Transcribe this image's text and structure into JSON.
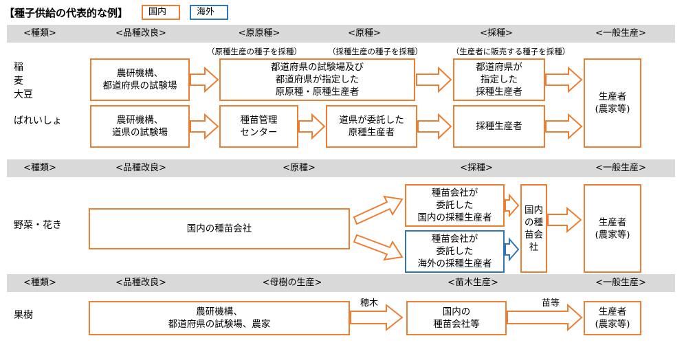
{
  "title": "【種子供給の代表的な例】",
  "legend": {
    "domestic": "国内",
    "overseas": "海外"
  },
  "colors": {
    "domestic": "#ed7d31",
    "overseas": "#2e75b6",
    "band": "#d9d9d9"
  },
  "section1": {
    "headers": [
      "<種類>",
      "<品種改良>",
      "<原原種>",
      "<原種>",
      "<採種>",
      "<一般生産>"
    ],
    "notes": [
      "（原種生産の種子を採種）",
      "（採種生産の種子を採種）",
      "（生産者に販売する種子を採種）"
    ],
    "crops_a": "稲\n麦\n大豆",
    "crops_b": "ばれいしょ",
    "boxes": {
      "a_breed": "農研機構、\n都道府県の試験場",
      "a_foundation": "都道府県の試験場及び\n都道府県が指定した\n原原種・原種生産者",
      "a_seed": "都道府県が\n指定した\n採種生産者",
      "b_breed": "農研機構、\n道県の試験場",
      "b_foundation": "種苗管理\nセンター",
      "b_stock": "道県が委託した\n原種生産者",
      "b_seed": "採種生産者",
      "producer": "生産者\n(農家等)"
    }
  },
  "section2": {
    "headers": [
      "<種類>",
      "<品種改良>",
      "<原種>",
      "<採種>",
      "<一般生産>"
    ],
    "crops": "野菜・花き",
    "boxes": {
      "company": "国内の種苗会社",
      "dom_grower": "種苗会社が\n委託した\n国内の採種生産者",
      "ovs_grower": "種苗会社が\n委託した\n海外の採種生産者",
      "dom_company": "国内\nの種\n苗会\n社",
      "producer": "生産者\n(農家等)"
    }
  },
  "section3": {
    "headers": [
      "<種類>",
      "<品種改良>",
      "<母樹の生産>",
      "<苗木生産>",
      "<一般生産>"
    ],
    "crops": "果樹",
    "arrow_labels": [
      "穂木",
      "苗等"
    ],
    "boxes": {
      "breed": "農研機構、\n都道府県の試験場、農家",
      "nursery": "国内の\n種苗会社等",
      "producer": "生産者\n(農家等)"
    }
  }
}
